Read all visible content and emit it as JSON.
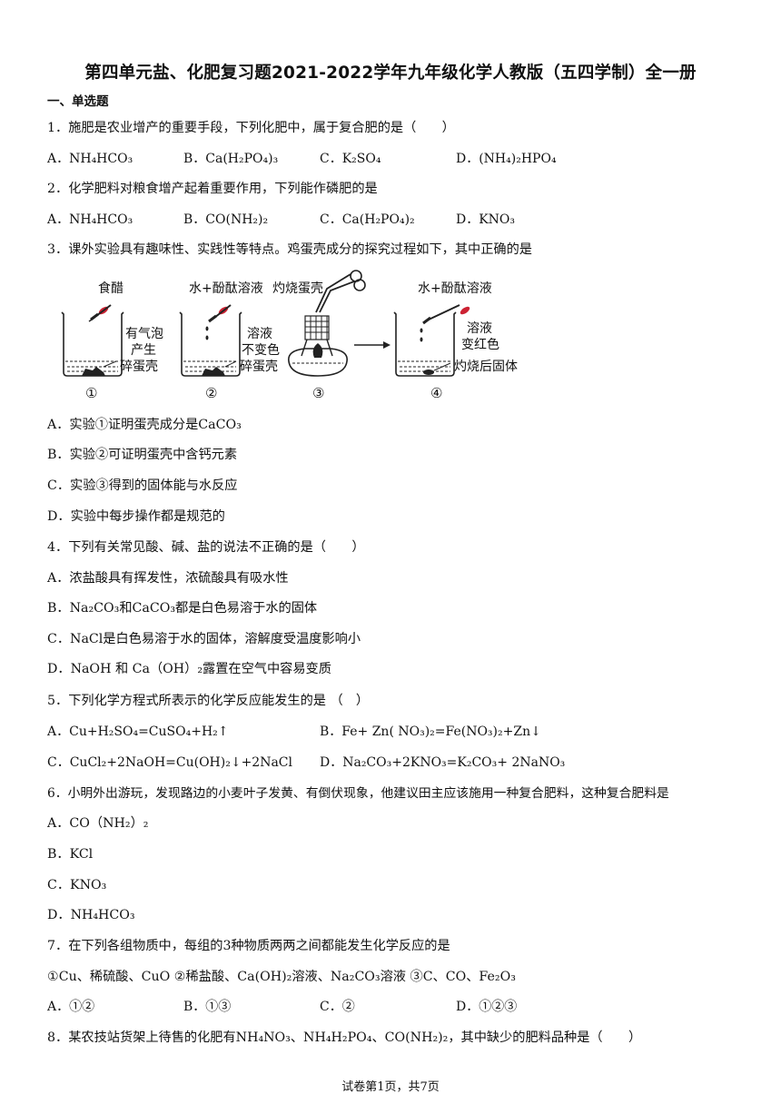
{
  "title": "第四单元盐、化肥复习题2021-2022学年九年级化学人教版（五四学制）全一册",
  "section": "一、单选题",
  "q1": {
    "stem": "1．施肥是农业增产的重要手段，下列化肥中，属于复合肥的是（　　）",
    "A": "A．NH₄HCO₃",
    "B": "B．Ca(H₂PO₄)₃",
    "C": "C．K₂SO₄",
    "D": "D．(NH₄)₂HPO₄"
  },
  "q2": {
    "stem": "2．化学肥料对粮食增产起着重要作用，下列能作磷肥的是",
    "A": "A．NH₄HCO₃",
    "B": "B．CO(NH₂)₂",
    "C": "C．Ca(H₂PO₄)₂",
    "D": "D．KNO₃"
  },
  "q3": {
    "stem": "3．课外实验具有趣味性、实践性等特点。鸡蛋壳成分的探究过程如下，其中正确的是",
    "figure": {
      "l1_top": "食醋",
      "l1_r1": "有气泡",
      "l1_r2": "产生",
      "l1_r3": "碎蛋壳",
      "n1": "①",
      "l2_top": "水+酚酞溶液",
      "l2_r1": "溶液",
      "l2_r2": "不变色",
      "l2_r3": "碎蛋壳",
      "n2": "②",
      "l3_top": "灼烧蛋壳",
      "n3": "③",
      "l4_top": "水+酚酞溶液",
      "l4_r1": "溶液",
      "l4_r2": "变红色",
      "l4_r3": "灼烧后固体",
      "n4": "④"
    },
    "A": "A．实验①证明蛋壳成分是CaCO₃",
    "B": "B．实验②可证明蛋壳中含钙元素",
    "C": "C．实验③得到的固体能与水反应",
    "D": "D．实验中每步操作都是规范的"
  },
  "q4": {
    "stem": "4．下列有关常见酸、碱、盐的说法不正确的是（　　）",
    "A": "A．浓盐酸具有挥发性，浓硫酸具有吸水性",
    "B": "B．Na₂CO₃和CaCO₃都是白色易溶于水的固体",
    "C": "C．NaCl是白色易溶于水的固体，溶解度受温度影响小",
    "D": "D．NaOH 和 Ca（OH）₂露置在空气中容易变质"
  },
  "q5": {
    "stem": "5．下列化学方程式所表示的化学反应能发生的是 （　）",
    "A": "A．Cu+H₂SO₄=CuSO₄+H₂↑",
    "B": "B．Fe+ Zn( NO₃)₂=Fe(NO₃)₂+Zn↓",
    "C": "C．CuCl₂+2NaOH=Cu(OH)₂↓+2NaCl",
    "D": "D．Na₂CO₃+2KNO₃=K₂CO₃+ 2NaNO₃"
  },
  "q6": {
    "stem": "6．小明外出游玩，发现路边的小麦叶子发黄、有倒伏现象，他建议田主应该施用一种复合肥料，这种复合肥料是",
    "A": "A．CO（NH₂）₂",
    "B": "B．KCl",
    "C": "C．KNO₃",
    "D": "D．NH₄HCO₃"
  },
  "q7": {
    "stem": "7．在下列各组物质中，每组的3种物质两两之间都能发生化学反应的是",
    "sub": "①Cu、稀硫酸、CuO ②稀盐酸、Ca(OH)₂溶液、Na₂CO₃溶液 ③C、CO、Fe₂O₃",
    "A": "A．①②",
    "B": "B．①③",
    "C": "C．②",
    "D": "D．①②③"
  },
  "q8": {
    "stem": "8．某农技站货架上待售的化肥有NH₄NO₃、NH₄H₂PO₄、CO(NH₂)₂，其中缺少的肥料品种是（　　）"
  },
  "footer": "试卷第1页，共7页"
}
